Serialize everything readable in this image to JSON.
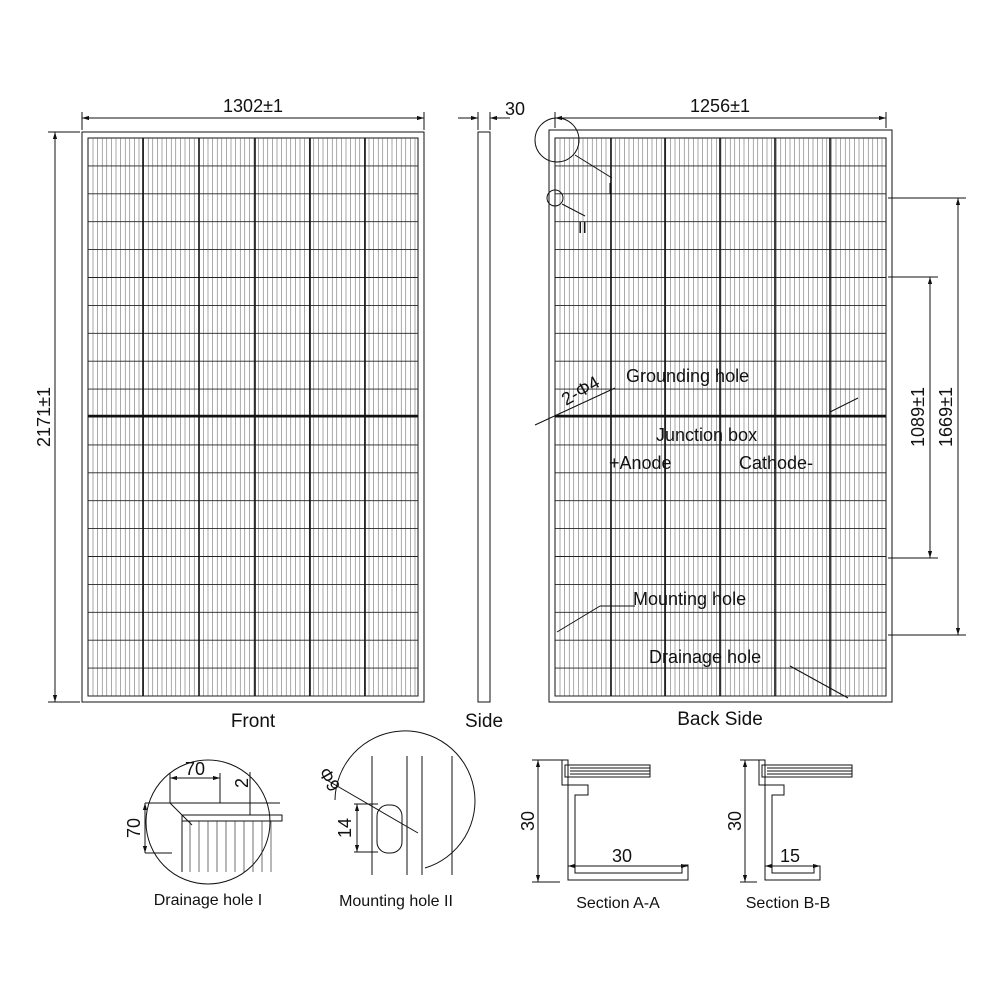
{
  "dimensions": {
    "width": "1302±1",
    "height": "2171±1",
    "thickness": "30",
    "back_width": "1256±1",
    "mount_spacing": "1089±1",
    "ground_spacing": "1669±1"
  },
  "views": {
    "front": "Front",
    "side": "Side",
    "back": "Back Side"
  },
  "callouts": {
    "detail_i": "I",
    "detail_ii": "II",
    "grounding_spec": "2-Φ4",
    "grounding": "Grounding hole",
    "junction_box": "Junction box",
    "anode": "+Anode",
    "cathode": "Cathode-",
    "mounting": "Mounting hole",
    "drainage": "Drainage hole"
  },
  "details": {
    "drainage": {
      "title": "Drainage hole I",
      "dim_w": "70",
      "dim_h": "70",
      "dim_gap": "2"
    },
    "mounting": {
      "title": "Mounting hole II",
      "dim_dia": "Φ9",
      "dim_len": "14"
    },
    "section_a": {
      "title": "Section A-A",
      "dim_h": "30",
      "dim_w": "30"
    },
    "section_b": {
      "title": "Section B-B",
      "dim_h": "30",
      "dim_w": "15"
    }
  }
}
